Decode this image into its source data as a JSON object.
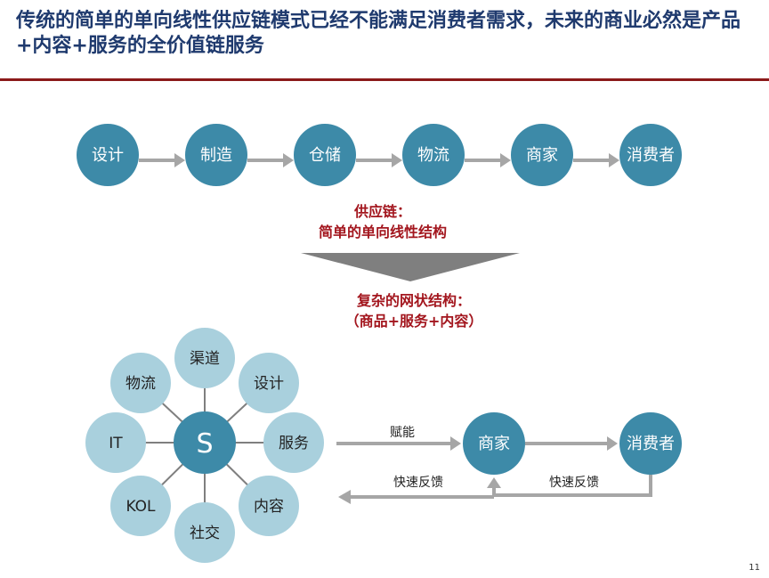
{
  "title": "传统的简单的单向线性供应链模式已经不能满足消费者需求，未来的商业必然是产品+内容+服务的全价值链服务",
  "linear_chain": {
    "nodes": [
      "设计",
      "制造",
      "仓储",
      "物流",
      "商家",
      "消费者"
    ]
  },
  "supply_chain_label": {
    "line1": "供应链：",
    "line2": "简单的单向线性结构"
  },
  "network_label": {
    "line1": "复杂的网状结构：",
    "line2": "（商品+服务+内容）"
  },
  "hub": {
    "center": "S",
    "spokes": [
      "渠道",
      "设计",
      "服务",
      "内容",
      "社交",
      "KOL",
      "IT",
      "物流"
    ]
  },
  "flow": {
    "merchant": "商家",
    "consumer": "消费者",
    "empower_label": "赋能",
    "feedback_left": "快速反馈",
    "feedback_right": "快速反馈"
  },
  "page_number": "11",
  "colors": {
    "title": "#1f3a6e",
    "rule": "#8b1a1a",
    "dark_node": "#3d8aa8",
    "light_node": "#a9d0dd",
    "arrow": "#a6a6a6",
    "red_text": "#a3161e"
  }
}
